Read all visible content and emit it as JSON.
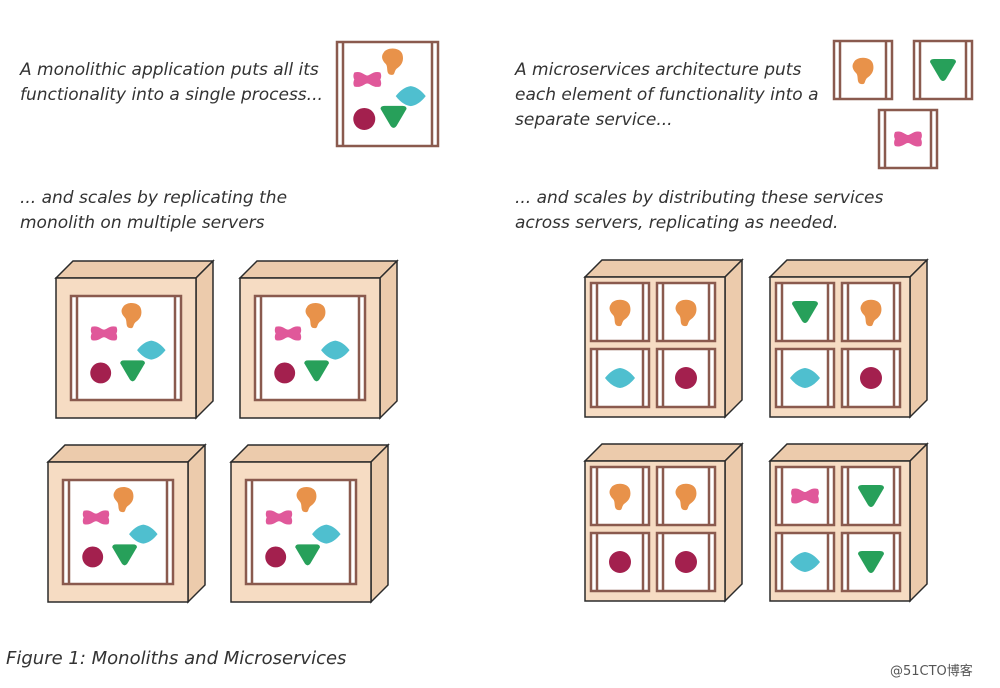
{
  "texts": {
    "mono_intro_1": "A monolithic application puts all its",
    "mono_intro_2": "functionality into a single process...",
    "mono_scale_1": "... and scales by replicating the",
    "mono_scale_2": "monolith on multiple servers",
    "micro_intro_1": "A microservices architecture puts",
    "micro_intro_2": "each element of functionality into a",
    "micro_intro_3": "separate service...",
    "micro_scale_1": "... and scales by distributing these services",
    "micro_scale_2": "across servers, replicating as needed."
  },
  "caption": "Figure 1: Monoliths and Microservices",
  "watermark": "@51CTO博客",
  "colors": {
    "frame": "#8a5a4e",
    "server_face": "#f6dcc3",
    "server_side": "#eccbac",
    "server_edge": "#2b2b2b",
    "orange": "#e8924a",
    "pink": "#e0589a",
    "teal": "#4fbfcf",
    "maroon": "#a3204e",
    "green": "#27a05a"
  },
  "functions": [
    "orange-blob",
    "pink-bowtie",
    "teal-diamond",
    "maroon-circle",
    "green-triangle"
  ],
  "microservice_servers": [
    [
      "orange-blob",
      "orange-blob",
      "teal-diamond",
      "maroon-circle"
    ],
    [
      "green-triangle",
      "orange-blob",
      "teal-diamond",
      "maroon-circle"
    ],
    [
      "orange-blob",
      "orange-blob",
      "maroon-circle",
      "maroon-circle"
    ],
    [
      "pink-bowtie",
      "green-triangle",
      "teal-diamond",
      "green-triangle"
    ]
  ]
}
